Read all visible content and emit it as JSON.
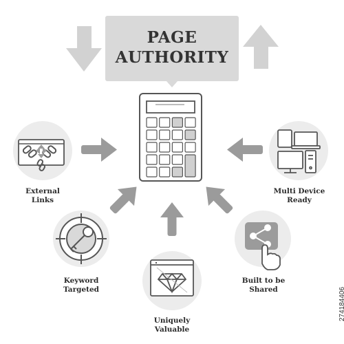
{
  "title": {
    "line1": "PAGE",
    "line2": "AUTHORITY"
  },
  "labels": {
    "external_links": "External\nLinks",
    "keyword_targeted": "Keyword\nTargeted",
    "uniquely_valuable": "Uniquely\nValuable",
    "built_to_be_shared": "Built to be\nShared",
    "multi_device_ready": "Multi Device\nReady"
  },
  "watermark_id": "274184406",
  "colors": {
    "background": "#ffffff",
    "text": "#333333",
    "circle_fill": "#ececec",
    "arrow_gray": "#9b9b9b",
    "light_arrow_gray": "#cfcfcf",
    "outline": "#555555"
  },
  "icons": {
    "title_box": "speech-bubble",
    "down_arrow": "arrow-down-icon",
    "up_arrow": "arrow-up-icon",
    "center": "calculator-icon",
    "external_links": "broken-chain-link-icon",
    "keyword_targeted": "crosshair-key-icon",
    "uniquely_valuable": "diamond-browser-icon",
    "built_to_be_shared": "share-tap-icon",
    "multi_device_ready": "devices-icon"
  }
}
